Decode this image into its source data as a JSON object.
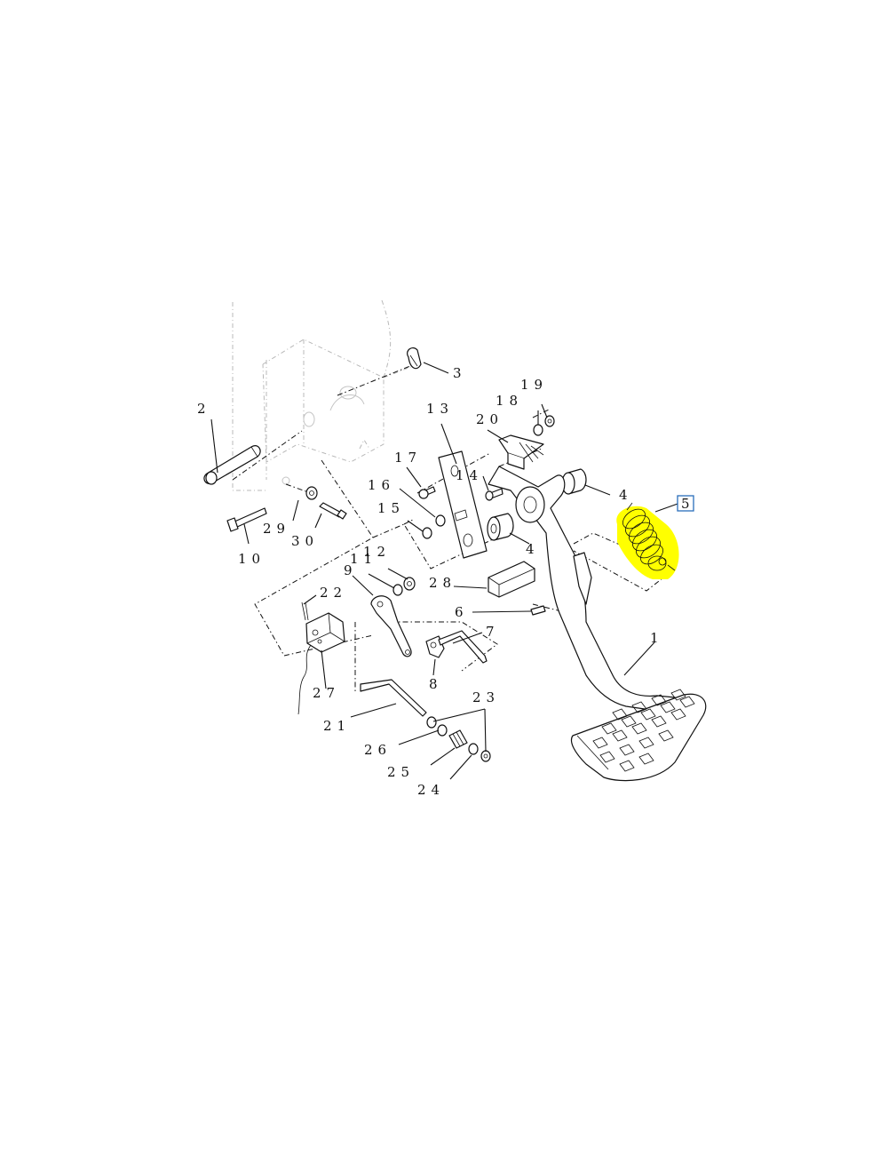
{
  "highlight_color": "#ffff00",
  "callout_box": {
    "text": "5",
    "border_color": "#2a6ebb"
  },
  "part_labels": {
    "p1": "1",
    "p2": "2",
    "p3": "3",
    "p4a": "4",
    "p4b": "4",
    "p6": "6",
    "p7": "7",
    "p8": "8",
    "p9": "9",
    "p10": "10",
    "p11": "11",
    "p12": "12",
    "p13": "13",
    "p14": "14",
    "p15": "15",
    "p16": "16",
    "p17": "17",
    "p18": "18",
    "p19": "19",
    "p20": "20",
    "p21": "21",
    "p22": "22",
    "p23": "23",
    "p24": "24",
    "p25": "25",
    "p26": "26",
    "p27": "27",
    "p28": "28",
    "p29": "29",
    "p30": "30"
  }
}
